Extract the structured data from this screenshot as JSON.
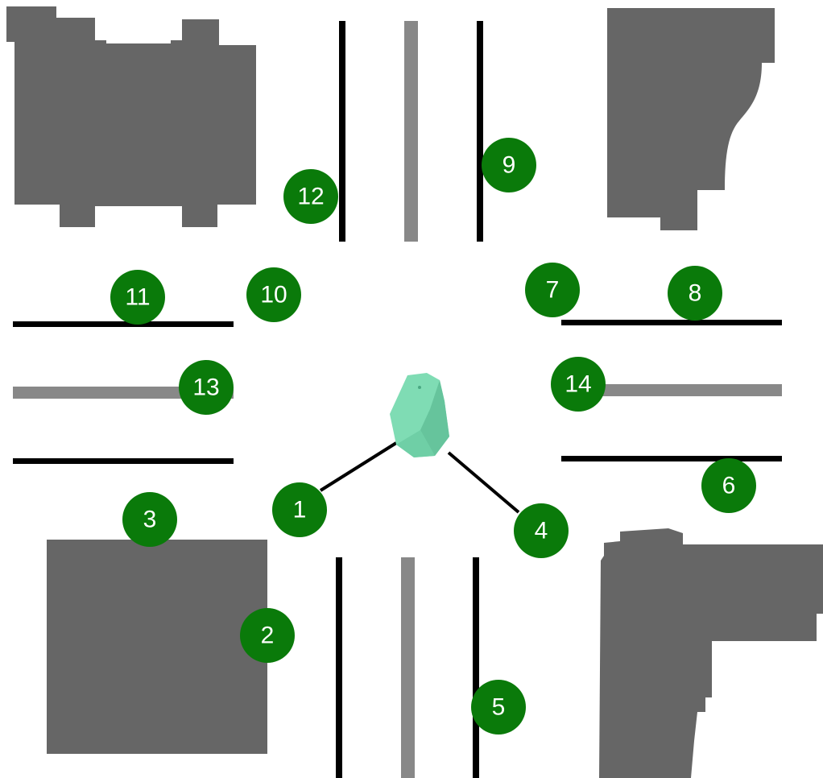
{
  "colors": {
    "background": "#ffffff",
    "building": "#666666",
    "road_edge": "#000000",
    "lane_divider": "#888888",
    "marker_fill": "#0a7a0a",
    "marker_text": "#ffffff",
    "beacon_fill": "#7fdcb4",
    "beacon_shade": "#5fbf96",
    "link_line": "#000000"
  },
  "markers": [
    {
      "id": "1",
      "label": "1"
    },
    {
      "id": "2",
      "label": "2"
    },
    {
      "id": "3",
      "label": "3"
    },
    {
      "id": "4",
      "label": "4"
    },
    {
      "id": "5",
      "label": "5"
    },
    {
      "id": "6",
      "label": "6"
    },
    {
      "id": "7",
      "label": "7"
    },
    {
      "id": "8",
      "label": "8"
    },
    {
      "id": "9",
      "label": "9"
    },
    {
      "id": "10",
      "label": "10"
    },
    {
      "id": "11",
      "label": "11"
    },
    {
      "id": "12",
      "label": "12"
    },
    {
      "id": "13",
      "label": "13"
    },
    {
      "id": "14",
      "label": "14"
    }
  ],
  "beacon": {
    "icon": "beacon-icon",
    "linked_markers": [
      "1",
      "4"
    ]
  }
}
